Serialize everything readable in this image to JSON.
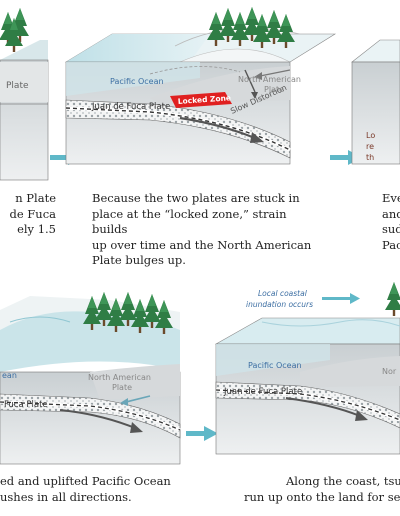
{
  "colors": {
    "sky": "#d7ecf1",
    "ocean": "#a9d2dc",
    "plate_gray": "#c8cdd0",
    "plate_dark": "#8f979c",
    "side_face": "#e4e7e9",
    "tree": "#2f7d45",
    "arrow": "#5fb8c8",
    "locked_zone": "#e02020",
    "label_blue": "#3d6fa3"
  },
  "panels": {
    "panel1": {
      "plate_label": "Plate",
      "caption": [
        "n Plate",
        "de Fuca",
        "ely  1.5"
      ]
    },
    "panel2": {
      "ocean_label": "Pacific Ocean",
      "na_label_1": "North American",
      "na_label_2": "Plate",
      "jdf_label": "Juan de Fuca Plate",
      "locked_label": "Locked Zone",
      "distortion_label": "Slow Distortion",
      "caption": [
        "Because  the  two  plates  are  stuck  in",
        "place at the “locked zone,” strain builds",
        "up over time and the North American",
        "Plate bulges up."
      ]
    },
    "panel3": {
      "side_text": [
        "Lo",
        "re",
        "th"
      ],
      "caption": [
        "Eve",
        "and",
        "sud",
        "Pac"
      ]
    },
    "panel4": {
      "ocean_label": "ean",
      "na_label_1": "North American",
      "na_label_2": "Plate",
      "jdf_label": "Fuca Plate",
      "caption": [
        "ed  and  uplifted  Pacific  Ocean",
        "ushes in all directions."
      ]
    },
    "panel5": {
      "inundation_1": "Local coastal",
      "inundation_2": "inundation occurs",
      "ocean_label": "Pacific Ocean",
      "na_label": "Nor",
      "jdf_label": "Juan de Fuca Plate",
      "caption": [
        "Along the coast, tsu",
        "run up onto the land for sev"
      ]
    }
  }
}
